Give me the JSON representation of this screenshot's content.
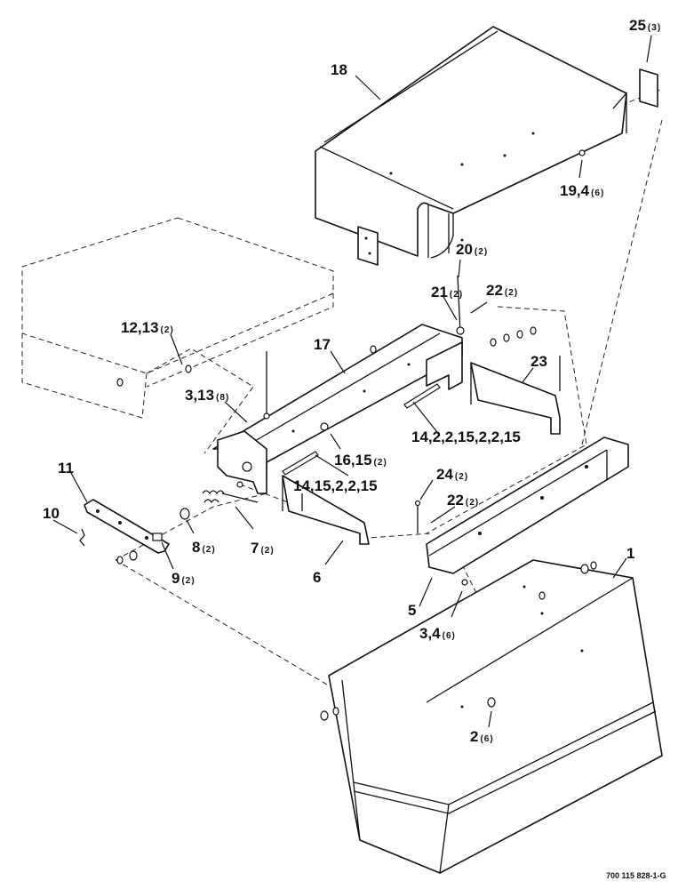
{
  "callouts": [
    {
      "id": "c18",
      "num": "18",
      "qty": ""
    },
    {
      "id": "c25",
      "num": "25",
      "qty": "(3)"
    },
    {
      "id": "c19",
      "num": "19,4",
      "qty": "(6)"
    },
    {
      "id": "c20",
      "num": "20",
      "qty": "(2)"
    },
    {
      "id": "c21",
      "num": "21",
      "qty": "(2)"
    },
    {
      "id": "c22a",
      "num": "22",
      "qty": "(2)"
    },
    {
      "id": "c12",
      "num": "12,13",
      "qty": "(2)"
    },
    {
      "id": "c17",
      "num": "17",
      "qty": ""
    },
    {
      "id": "c23",
      "num": "23",
      "qty": ""
    },
    {
      "id": "c3a",
      "num": "3,13",
      "qty": "(8)"
    },
    {
      "id": "c14a",
      "num": "14,2,2,15,2,2,15",
      "qty": ""
    },
    {
      "id": "c16",
      "num": "16,15",
      "qty": "(2)"
    },
    {
      "id": "c11",
      "num": "11",
      "qty": ""
    },
    {
      "id": "c14b",
      "num": "14,15,2,2,15",
      "qty": ""
    },
    {
      "id": "c24",
      "num": "24",
      "qty": "(2)"
    },
    {
      "id": "c10",
      "num": "10",
      "qty": ""
    },
    {
      "id": "c22b",
      "num": "22",
      "qty": "(2)"
    },
    {
      "id": "c8",
      "num": "8",
      "qty": "(2)"
    },
    {
      "id": "c7",
      "num": "7",
      "qty": "(2)"
    },
    {
      "id": "c9",
      "num": "9",
      "qty": "(2)"
    },
    {
      "id": "c6",
      "num": "6",
      "qty": ""
    },
    {
      "id": "c1",
      "num": "1",
      "qty": ""
    },
    {
      "id": "c5",
      "num": "5",
      "qty": ""
    },
    {
      "id": "c3b",
      "num": "3,4",
      "qty": "(6)"
    },
    {
      "id": "c2",
      "num": "2",
      "qty": "(6)"
    }
  ],
  "drawing_number": "700 115 828-1-G"
}
